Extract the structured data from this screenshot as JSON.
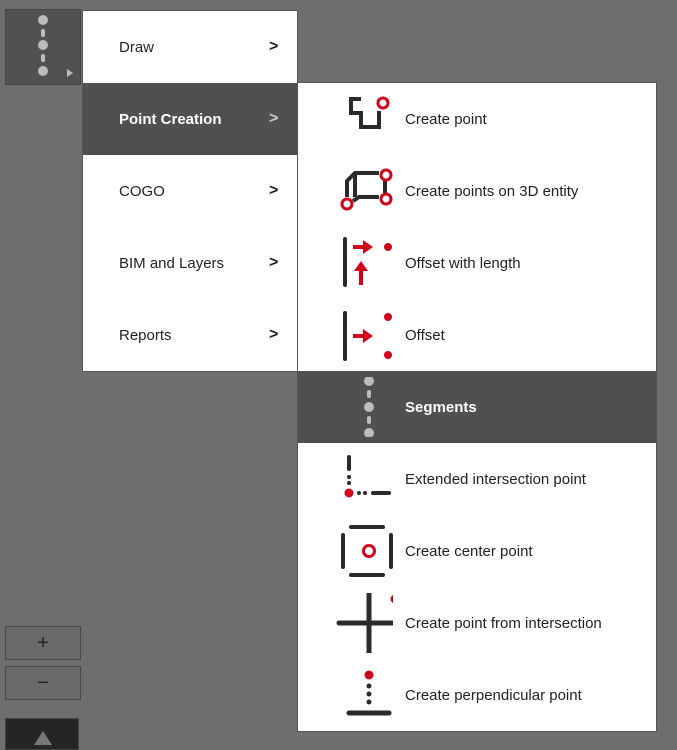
{
  "toolbar": {
    "active_tool": "segments-icon"
  },
  "menu": {
    "items": [
      {
        "label": "Draw",
        "chevron": ">"
      },
      {
        "label": "Point Creation",
        "chevron": ">"
      },
      {
        "label": "COGO",
        "chevron": ">"
      },
      {
        "label": "BIM and Layers",
        "chevron": ">"
      },
      {
        "label": "Reports",
        "chevron": ">"
      }
    ]
  },
  "submenu": {
    "items": [
      {
        "label": "Create point",
        "icon": "create-point-icon"
      },
      {
        "label": "Create points on 3D entity",
        "icon": "3d-entity-points-icon"
      },
      {
        "label": "Offset with length",
        "icon": "offset-length-icon"
      },
      {
        "label": "Offset",
        "icon": "offset-icon"
      },
      {
        "label": "Segments",
        "icon": "segments-icon"
      },
      {
        "label": "Extended intersection point",
        "icon": "extended-intersection-icon"
      },
      {
        "label": "Create center point",
        "icon": "center-point-icon"
      },
      {
        "label": "Create point from intersection",
        "icon": "intersection-icon"
      },
      {
        "label": "Create perpendicular point",
        "icon": "perpendicular-point-icon"
      }
    ]
  },
  "zoom": {
    "in": "+",
    "out": "−"
  },
  "colors": {
    "accent": "#d0021b",
    "dark": "#524f52",
    "bg": "#6e6e6e"
  }
}
